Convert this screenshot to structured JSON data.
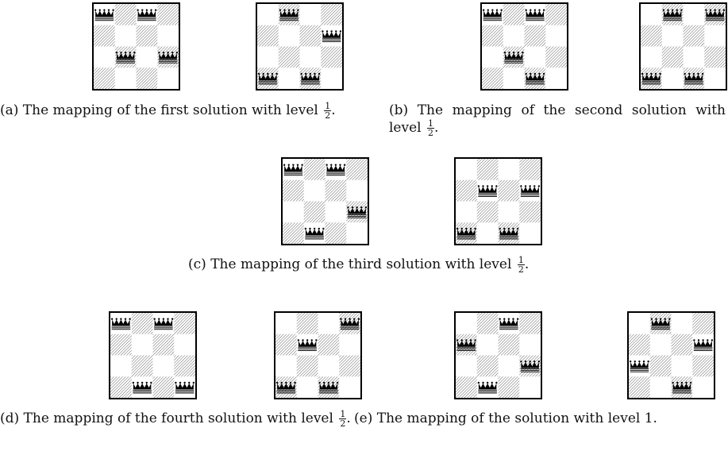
{
  "figure": {
    "boards": [
      {
        "id": "a-left",
        "queens": [
          [
            0,
            0
          ],
          [
            0,
            2
          ],
          [
            2,
            1
          ],
          [
            2,
            3
          ]
        ]
      },
      {
        "id": "a-right",
        "queens": [
          [
            0,
            1
          ],
          [
            1,
            3
          ],
          [
            3,
            0
          ],
          [
            3,
            2
          ]
        ]
      },
      {
        "id": "b-left",
        "queens": [
          [
            0,
            0
          ],
          [
            0,
            2
          ],
          [
            2,
            1
          ],
          [
            3,
            2
          ]
        ]
      },
      {
        "id": "b-right",
        "queens": [
          [
            0,
            1
          ],
          [
            0,
            3
          ],
          [
            3,
            0
          ],
          [
            3,
            2
          ]
        ]
      },
      {
        "id": "c-left",
        "queens": [
          [
            0,
            0
          ],
          [
            0,
            2
          ],
          [
            2,
            3
          ],
          [
            3,
            1
          ]
        ]
      },
      {
        "id": "c-right",
        "queens": [
          [
            1,
            1
          ],
          [
            1,
            3
          ],
          [
            3,
            0
          ],
          [
            3,
            2
          ]
        ]
      },
      {
        "id": "d-left",
        "queens": [
          [
            0,
            0
          ],
          [
            0,
            2
          ],
          [
            3,
            1
          ],
          [
            3,
            3
          ]
        ]
      },
      {
        "id": "d-right",
        "queens": [
          [
            0,
            3
          ],
          [
            1,
            1
          ],
          [
            3,
            0
          ],
          [
            3,
            2
          ]
        ]
      },
      {
        "id": "e-left",
        "queens": [
          [
            0,
            2
          ],
          [
            1,
            0
          ],
          [
            2,
            3
          ],
          [
            3,
            1
          ]
        ]
      },
      {
        "id": "e-right",
        "queens": [
          [
            0,
            1
          ],
          [
            1,
            3
          ],
          [
            2,
            0
          ],
          [
            3,
            2
          ]
        ]
      }
    ],
    "captions": {
      "a": {
        "text": "(a) The mapping of the first solution with level",
        "frac_num": "1",
        "frac_den": "2",
        "end": "."
      },
      "b": {
        "text": "(b) The mapping of the second solution with level",
        "frac_num": "1",
        "frac_den": "2",
        "end": "."
      },
      "c": {
        "text": "(c) The mapping of the third solution with level",
        "frac_num": "1",
        "frac_den": "2",
        "end": "."
      },
      "d": {
        "text": "(d) The mapping of the fourth solution with level",
        "frac_num": "1",
        "frac_den": "2",
        "end": "."
      },
      "e": {
        "text": "(e) The mapping of the solution with level 1."
      }
    },
    "colors": {
      "hatch": "#555555",
      "border": "#000000",
      "queen": "#000000"
    }
  }
}
